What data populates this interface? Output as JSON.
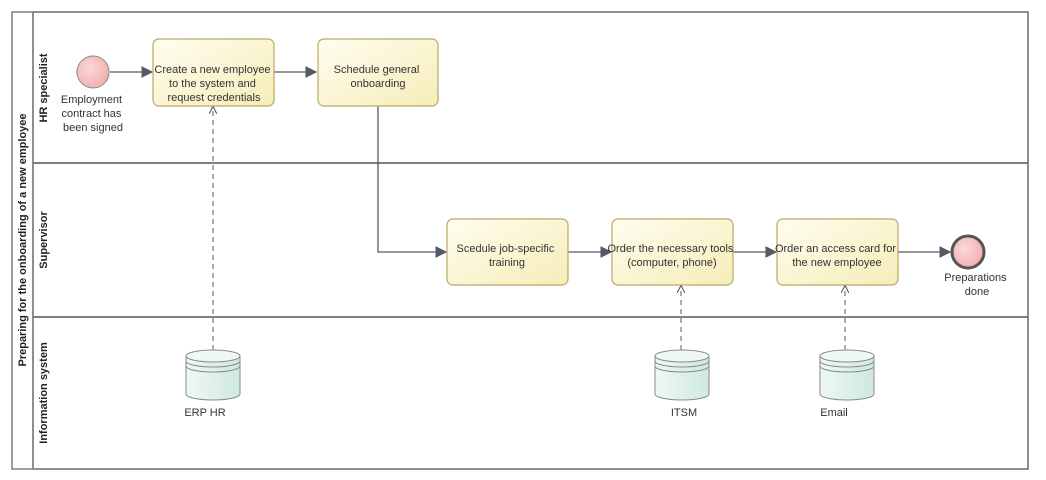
{
  "pool": {
    "title": "Preparing for the onboarding of a new employee"
  },
  "lanes": [
    {
      "name": "HR specialist"
    },
    {
      "name": "Supervisor"
    },
    {
      "name": "Information system"
    }
  ],
  "start_event": {
    "label_lines": [
      "Employment",
      "contract has",
      "been signed"
    ]
  },
  "end_event": {
    "label_lines": [
      "Preparations",
      "done"
    ]
  },
  "tasks": [
    {
      "id": "t1",
      "lines": [
        "Create a new employee",
        "to the system and",
        "request credentials"
      ]
    },
    {
      "id": "t2",
      "lines": [
        "Schedule general",
        "onboarding"
      ]
    },
    {
      "id": "t3",
      "lines": [
        "Scedule job-specific",
        "training"
      ]
    },
    {
      "id": "t4",
      "lines": [
        "Order the necessary tools",
        "(computer, phone)"
      ]
    },
    {
      "id": "t5",
      "lines": [
        "Order an access card for",
        "the new employee"
      ]
    }
  ],
  "data_stores": [
    {
      "id": "ds1",
      "label": "ERP HR"
    },
    {
      "id": "ds2",
      "label": "ITSM"
    },
    {
      "id": "ds3",
      "label": "Email"
    }
  ],
  "colors": {
    "task_fill": "#fbf6d2",
    "task_stroke": "#b8a962",
    "start_fill": "#f7c4c4",
    "end_fill": "#f7c4c4",
    "store_fill": "#dff0ec",
    "lane_border": "#7f7f7f",
    "arrow": "#555a66"
  }
}
